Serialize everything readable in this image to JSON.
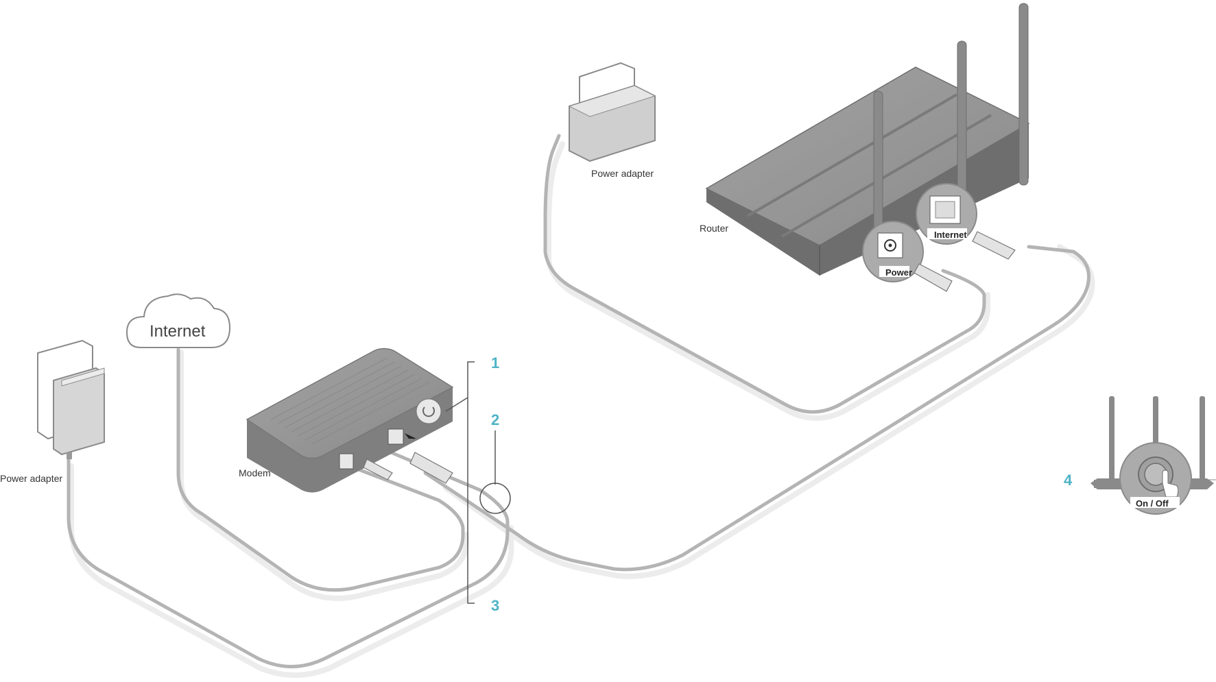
{
  "labels": {
    "cloud": "Internet",
    "power_adapter_left": "Power adapter",
    "power_adapter_top": "Power adapter",
    "modem": "Modem",
    "router": "Router",
    "router_power_port": "Power",
    "router_internet_port": "Internet",
    "power_button": "On / Off"
  },
  "steps": [
    "1",
    "2",
    "3",
    "4"
  ],
  "colors": {
    "accent": "#4fb3c6",
    "device": "#8c8c8c",
    "cable": "#b4b4b4",
    "cable_shadow": "#ececec"
  }
}
